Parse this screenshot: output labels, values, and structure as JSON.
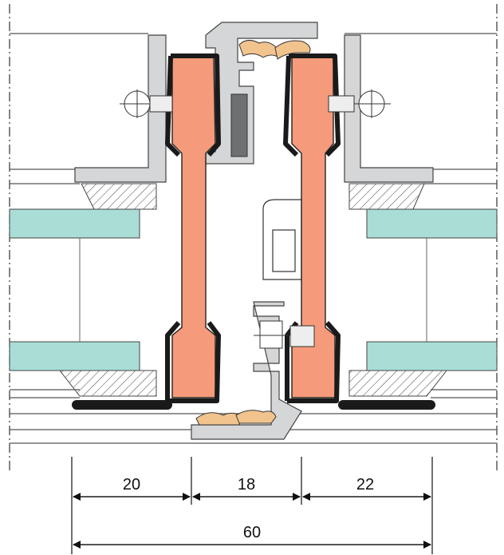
{
  "diagram": {
    "type": "technical-section-drawing",
    "colors": {
      "thermal_break": "#f59a7a",
      "aluminium": "#d4d6d8",
      "glass": "#a9ddd6",
      "gasket": "#1a1a1a",
      "seal_brush": "#f1c48e",
      "dark_insert": "#6f7072",
      "line": "#2a2a2a"
    },
    "icons": [
      "screw-icon",
      "screw-icon",
      "screw-icon"
    ],
    "dimensions": [
      {
        "value": "20"
      },
      {
        "value": "18"
      },
      {
        "value": "22"
      },
      {
        "value": "60"
      }
    ]
  }
}
